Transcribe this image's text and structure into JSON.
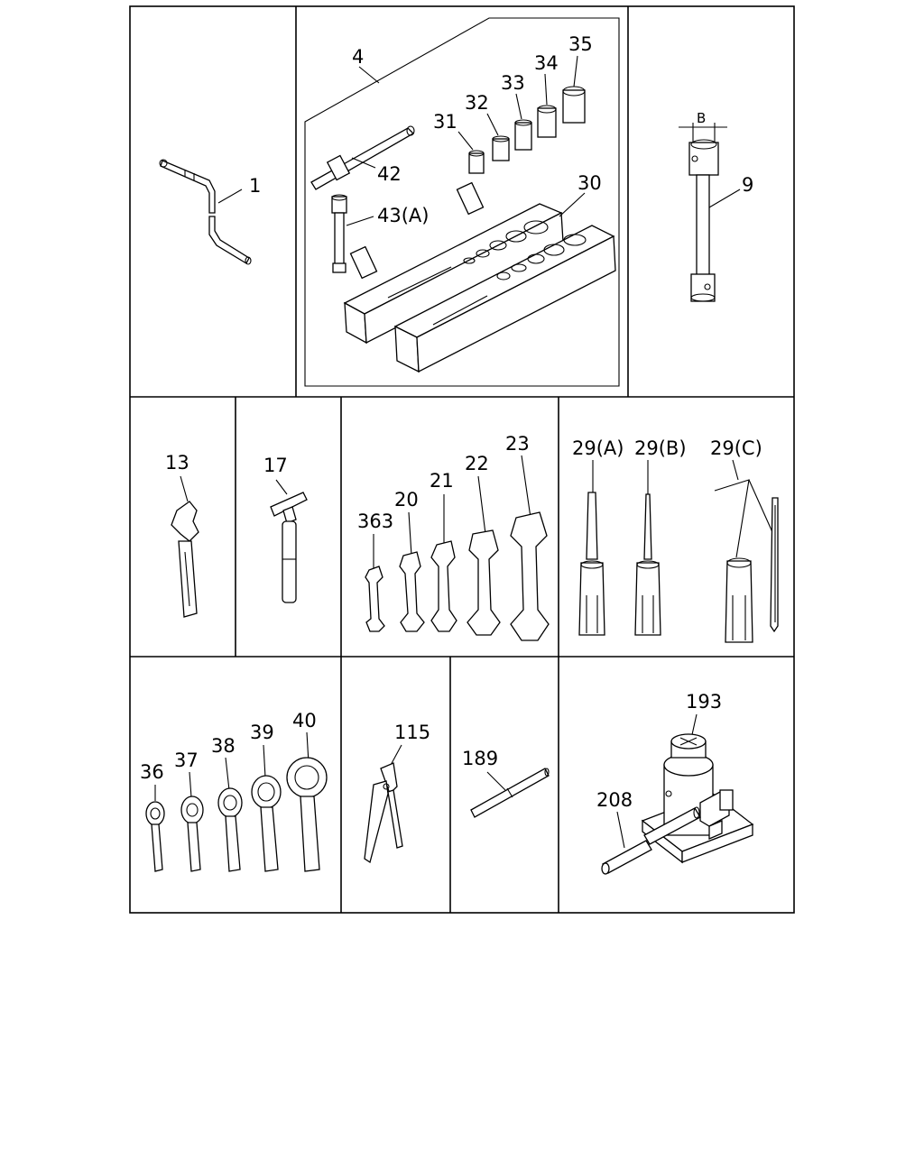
{
  "labels": {
    "l1": "1",
    "l4": "4",
    "l9": "9",
    "lB": "B",
    "l13": "13",
    "l17": "17",
    "l20": "20",
    "l21": "21",
    "l22": "22",
    "l23": "23",
    "l29a": "29(A)",
    "l29b": "29(B)",
    "l29c": "29(C)",
    "l30": "30",
    "l31": "31",
    "l32": "32",
    "l33": "33",
    "l34": "34",
    "l35": "35",
    "l36": "36",
    "l37": "37",
    "l38": "38",
    "l39": "39",
    "l40": "40",
    "l42": "42",
    "l43a": "43(A)",
    "l115": "115",
    "l189": "189",
    "l193": "193",
    "l208": "208",
    "l363": "363"
  }
}
